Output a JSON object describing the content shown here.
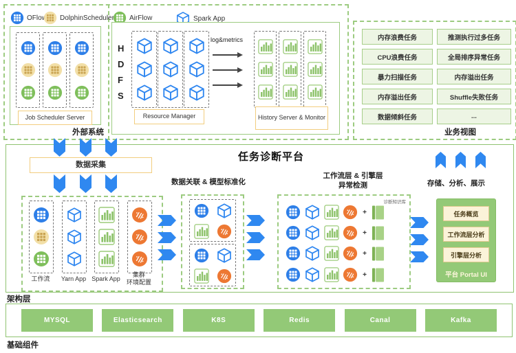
{
  "legend": {
    "items": [
      {
        "label": "OFlow",
        "icon": "oflow-icon"
      },
      {
        "label": "DolphinScheduler",
        "icon": "dolphinscheduler-icon"
      },
      {
        "label": "AirFlow",
        "icon": "airflow-icon"
      },
      {
        "label": "Spark App",
        "icon": "spark-app-icon"
      }
    ]
  },
  "external": {
    "section_label": "外部系统",
    "job_scheduler_label": "Job Scheduler Server",
    "hdfs_vertical": "H\nD\nF\nS",
    "resource_manager_label": "Resource Manager",
    "log_metrics_label": "log&metrics",
    "history_server_label": "History Server & Monitor"
  },
  "business_view": {
    "section_label": "业务视图",
    "items": [
      "内存浪费任务",
      "推测执行过多任务",
      "CPU浪费任务",
      "全局排序异常任务",
      "暴力扫描任务",
      "内存溢出任务",
      "内存溢出任务",
      "Shuffle失败任务",
      "数据倾斜任务",
      "..."
    ]
  },
  "platform": {
    "title": "任务诊断平台",
    "data_collection_label": "数据采集",
    "sources": {
      "column_labels": [
        "工作流",
        "Yarn App",
        "Spark App",
        "集群\n环境配置"
      ]
    },
    "association_title": "数据关联 & 模型标准化",
    "detection_title_line1": "工作流层 & 引擎层",
    "detection_title_line2": "异常检测",
    "knowledge_base_label": "诊断知识库",
    "plus_sign": "+",
    "storage_title": "存储、分析、展示",
    "portal": {
      "items": [
        "任务概览",
        "工作流层分析",
        "引擎层分析"
      ],
      "label": "平台 Portal UI"
    }
  },
  "architecture_label": "架构层",
  "foundation": {
    "section_label": "基础组件",
    "components": [
      "MYSQL",
      "Elasticsearch",
      "K8S",
      "Redis",
      "Canal",
      "Kafka"
    ]
  },
  "colors": {
    "green_border": "#8FC370",
    "green_fill": "#93C977",
    "task_fill": "#EDF5E4",
    "yellow_border": "#F2CD7E",
    "arrow_blue": "#2F88F0",
    "icon_blue": "#2E7FE8",
    "icon_yellow": "#F2DFA7",
    "icon_green": "#7FBF5C",
    "icon_orange": "#ED7833",
    "cream_fill": "#FBF3D9"
  }
}
